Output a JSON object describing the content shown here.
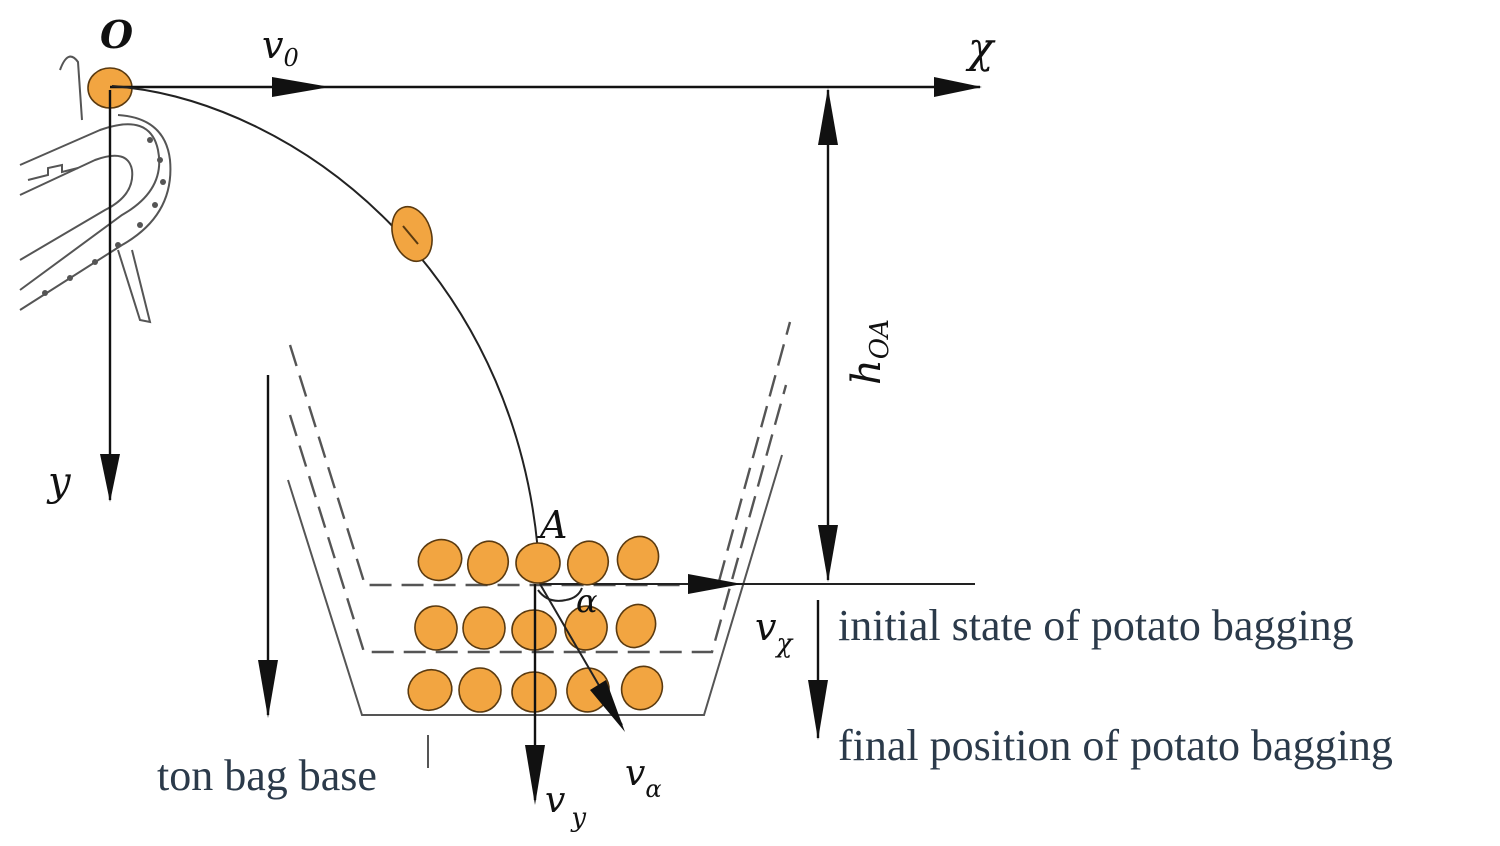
{
  "labels": {
    "origin": "O",
    "v0": "v",
    "v0_sub": "0",
    "x_axis": "χ",
    "y_axis": "y",
    "h": "h",
    "h_sub": "OA",
    "point_a": "A",
    "alpha": "α",
    "vx": "v",
    "vx_sub": "χ",
    "vy": "v",
    "vy_sub": "y",
    "valpha": "v",
    "valpha_sub": "α"
  },
  "captions": {
    "initial": "initial state of potato bagging",
    "final": "final position of potato bagging",
    "base": "ton bag base"
  },
  "colors": {
    "potato": "#f2a541",
    "caption_text": "#2b3a4a",
    "line": "#111111"
  }
}
